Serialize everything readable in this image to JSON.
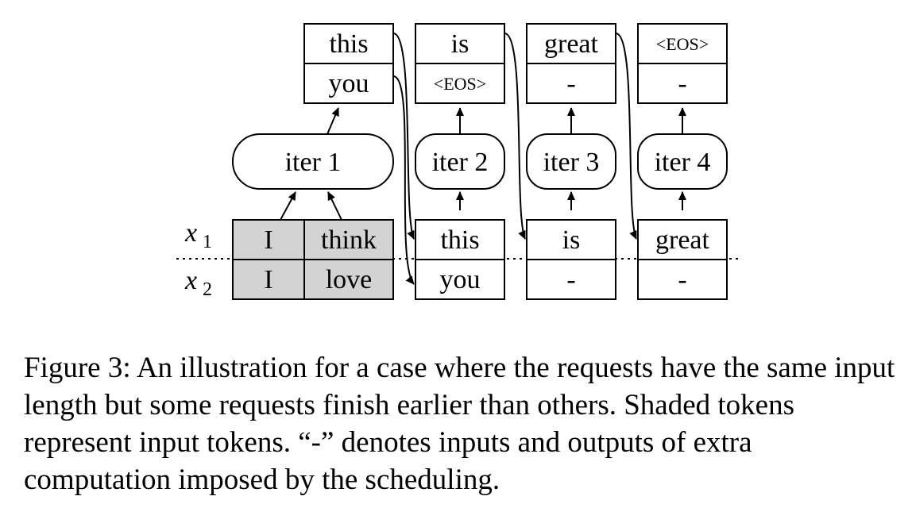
{
  "diagram": {
    "row_labels": {
      "x1": "x",
      "x1_sub": "1",
      "x2": "x",
      "x2_sub": "2"
    },
    "input_tokens": {
      "r1": [
        "I",
        "think"
      ],
      "r2": [
        "I",
        "love"
      ]
    },
    "steps": [
      {
        "iter": "iter 1",
        "out1": "this",
        "out2": "you"
      },
      {
        "iter": "iter 2",
        "in1": "this",
        "in2": "you",
        "out1": "is",
        "out2": "<EOS>"
      },
      {
        "iter": "iter 3",
        "in1": "is",
        "in2": "-",
        "out1": "great",
        "out2": "-"
      },
      {
        "iter": "iter 4",
        "in1": "great",
        "in2": "-",
        "out1": "<EOS>",
        "out2": "-"
      }
    ]
  },
  "caption": "Figure 3: An illustration for a case where the requests have the same input length but some requests finish earlier than others. Shaded tokens represent input tokens. “-” denotes inputs and outputs of extra computation imposed by the scheduling."
}
